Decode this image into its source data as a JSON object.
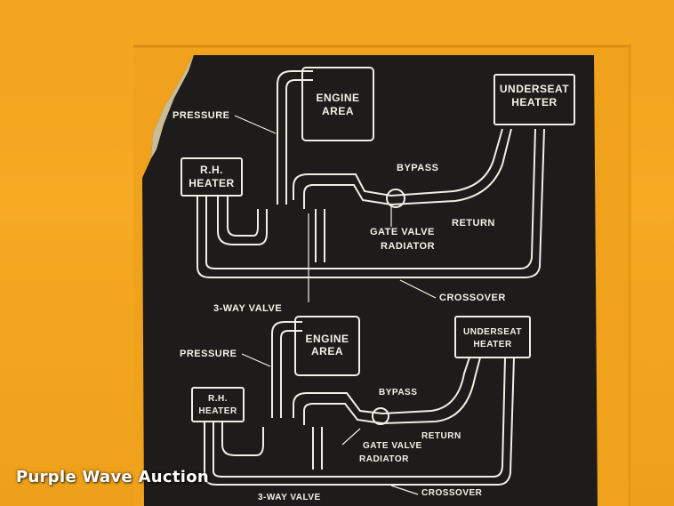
{
  "decal": {
    "top": {
      "pressure": "PRESSURE",
      "engine_area_1": "ENGINE",
      "engine_area_2": "AREA",
      "underseat_1": "UNDERSEAT",
      "underseat_2": "HEATER",
      "rh_1": "R.H.",
      "rh_2": "HEATER",
      "bypass": "BYPASS",
      "return": "RETURN",
      "gate_valve": "GATE VALVE",
      "radiator": "RADIATOR",
      "crossover": "CROSSOVER",
      "three_way": "3-WAY VALVE"
    },
    "bottom": {
      "pressure": "PRESSURE",
      "engine_area_1": "ENGINE",
      "engine_area_2": "AREA",
      "underseat_1": "UNDERSEAT",
      "underseat_2": "HEATER",
      "rh_1": "R.H.",
      "rh_2": "HEATER",
      "bypass": "BYPASS",
      "return": "RETURN",
      "gate_valve": "GATE VALVE",
      "radiator": "RADIATOR",
      "crossover": "CROSSOVER",
      "three_way": "3-WAY VALVE"
    }
  },
  "watermark": "Purple Wave Auction",
  "colors": {
    "panel": "#f4a620",
    "decal": "#1d1c1a",
    "ink": "#f1eee4"
  }
}
